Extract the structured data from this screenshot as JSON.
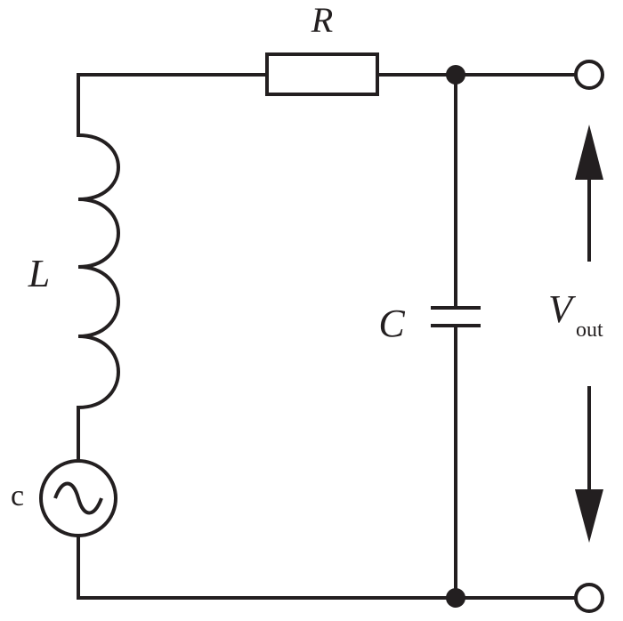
{
  "labels": {
    "resistor": "R",
    "inductor": "L",
    "capacitor": "C",
    "source": "c",
    "output_main": "V",
    "output_sub": "out"
  },
  "colors": {
    "ink": "#231f20",
    "background": "#ffffff"
  }
}
